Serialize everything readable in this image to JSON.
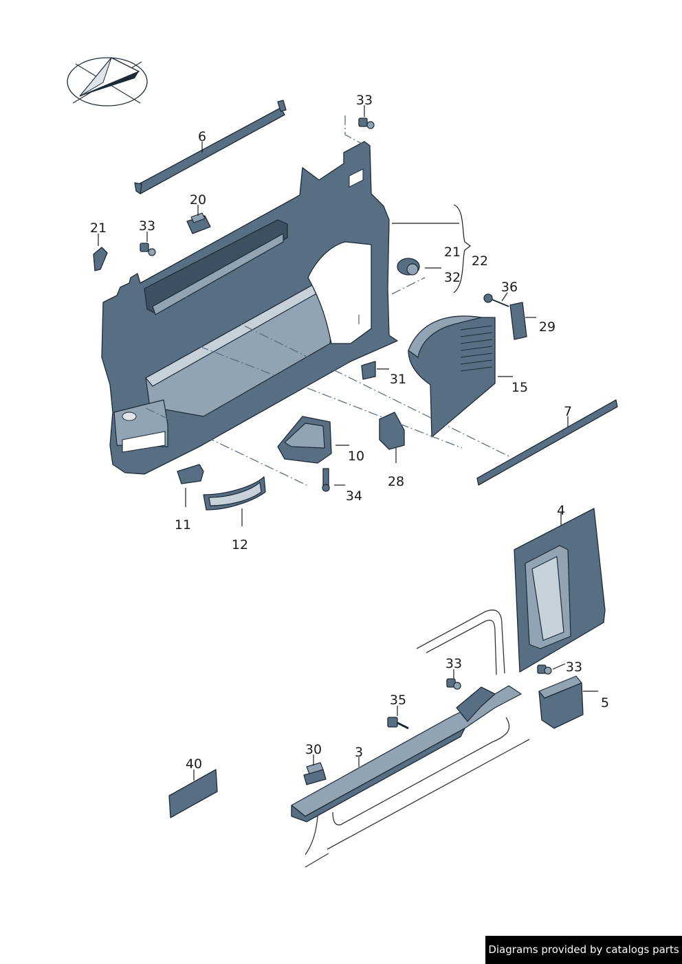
{
  "callouts": [
    {
      "id": "c33a",
      "text": "33"
    },
    {
      "id": "c6",
      "text": "6"
    },
    {
      "id": "c20",
      "text": "20"
    },
    {
      "id": "c21a",
      "text": "21"
    },
    {
      "id": "c33b",
      "text": "33"
    },
    {
      "id": "c21b",
      "text": "21"
    },
    {
      "id": "c22",
      "text": "22"
    },
    {
      "id": "c32",
      "text": "32"
    },
    {
      "id": "c36",
      "text": "36"
    },
    {
      "id": "c29",
      "text": "29"
    },
    {
      "id": "c31",
      "text": "31"
    },
    {
      "id": "c15",
      "text": "15"
    },
    {
      "id": "c7",
      "text": "7"
    },
    {
      "id": "c10",
      "text": "10"
    },
    {
      "id": "c28",
      "text": "28"
    },
    {
      "id": "c34",
      "text": "34"
    },
    {
      "id": "c11",
      "text": "11"
    },
    {
      "id": "c12",
      "text": "12"
    },
    {
      "id": "c4",
      "text": "4"
    },
    {
      "id": "c33c",
      "text": "33"
    },
    {
      "id": "c33d",
      "text": "33"
    },
    {
      "id": "c5",
      "text": "5"
    },
    {
      "id": "c35",
      "text": "35"
    },
    {
      "id": "c30",
      "text": "30"
    },
    {
      "id": "c3",
      "text": "3"
    },
    {
      "id": "c40",
      "text": "40"
    }
  ],
  "footer": {
    "text": "Diagrams provided by catalogs parts"
  },
  "colors": {
    "part": "#586e82",
    "part_light": "#92a4b3",
    "outline": "#1c2a36"
  },
  "icons": {
    "orientation": "paper-plane-orientation-icon"
  }
}
